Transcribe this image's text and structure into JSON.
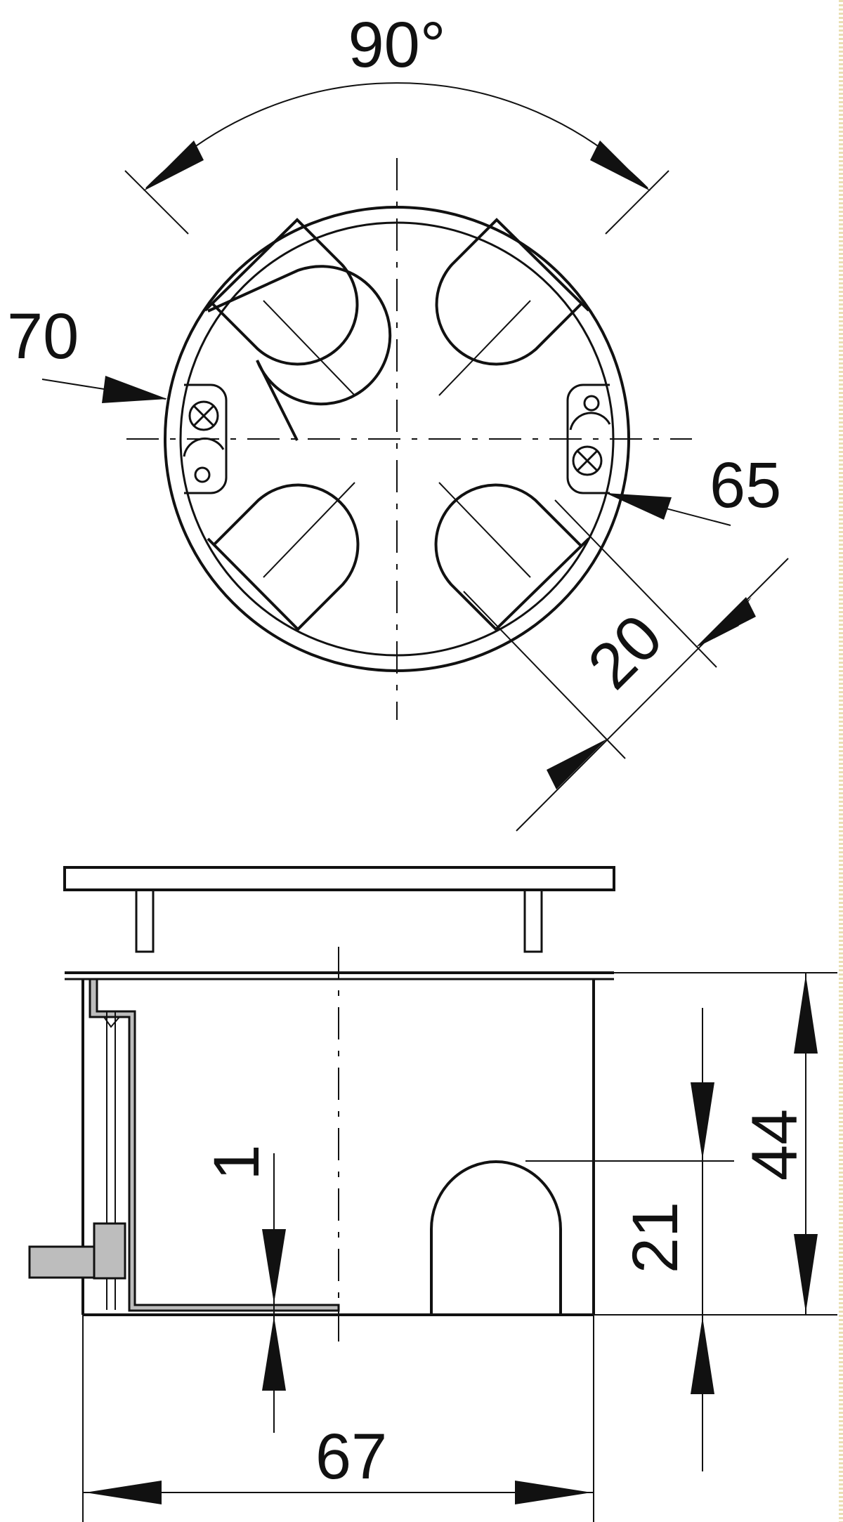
{
  "dimensions": {
    "angle": "90°",
    "outer_diameter": "70",
    "inner_diameter": "65",
    "knockout_width": "20",
    "wall_thickness": "1",
    "entry_height": "21",
    "depth": "44",
    "width": "67"
  }
}
